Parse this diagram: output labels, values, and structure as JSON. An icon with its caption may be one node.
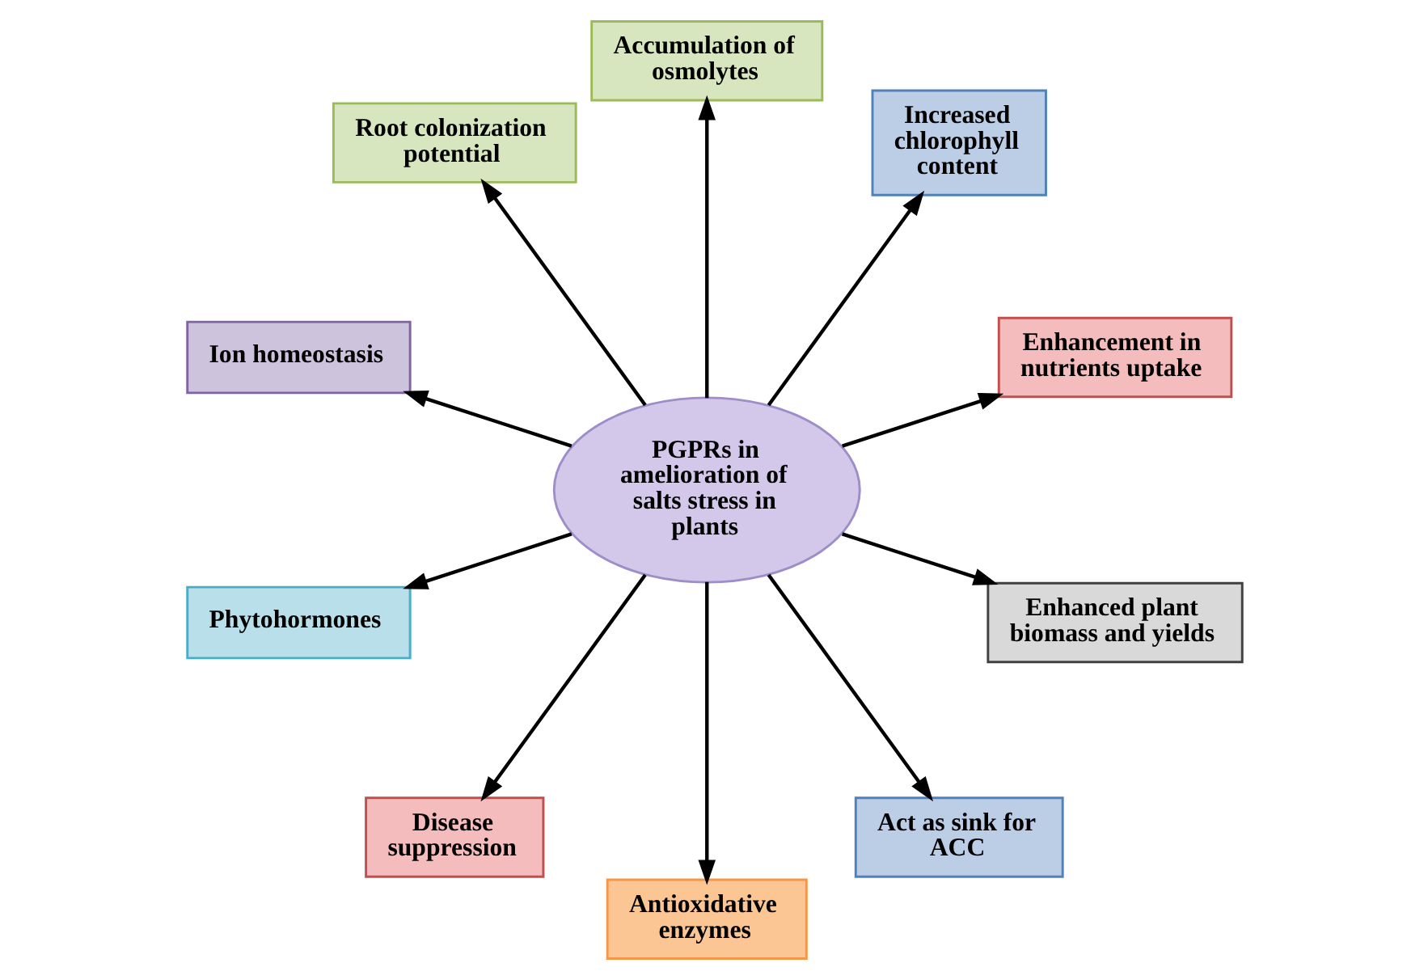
{
  "diagram": {
    "nodes": [
      {
        "text": [
          "PGPRs in amelioration of salts stress in plants"
        ]
      },
      {
        "text": [
          "Enhancement in nutrients uptake"
        ]
      },
      {
        "text": [
          "Increased chlorophyll content"
        ]
      },
      {
        "text": [
          "Accumulation of osmolytes"
        ]
      },
      {
        "text": [
          "Root colonization potential"
        ]
      },
      {
        "text": [
          "Ion homeostasis"
        ]
      },
      {
        "text": [
          "Phytohormones"
        ]
      },
      {
        "text": [
          "Disease suppression"
        ]
      },
      {
        "text": [
          "Antioxidative enzymes"
        ]
      },
      {
        "text": [
          "Act as sink for ACC"
        ]
      },
      {
        "text": [
          "Enhanced plant biomass and yields"
        ]
      }
    ],
    "edges": [
      {
        "from": 0,
        "to": 1,
        "arrow": "to"
      },
      {
        "from": 0,
        "to": 2,
        "arrow": "to"
      },
      {
        "from": 0,
        "to": 3,
        "arrow": "to"
      },
      {
        "from": 0,
        "to": 4,
        "arrow": "to"
      },
      {
        "from": 0,
        "to": 5,
        "arrow": "to"
      },
      {
        "from": 0,
        "to": 6,
        "arrow": "to"
      },
      {
        "from": 0,
        "to": 7,
        "arrow": "to"
      },
      {
        "from": 0,
        "to": 8,
        "arrow": "to"
      },
      {
        "from": 0,
        "to": 9,
        "arrow": "to"
      },
      {
        "from": 0,
        "to": 10,
        "arrow": "to"
      }
    ]
  }
}
